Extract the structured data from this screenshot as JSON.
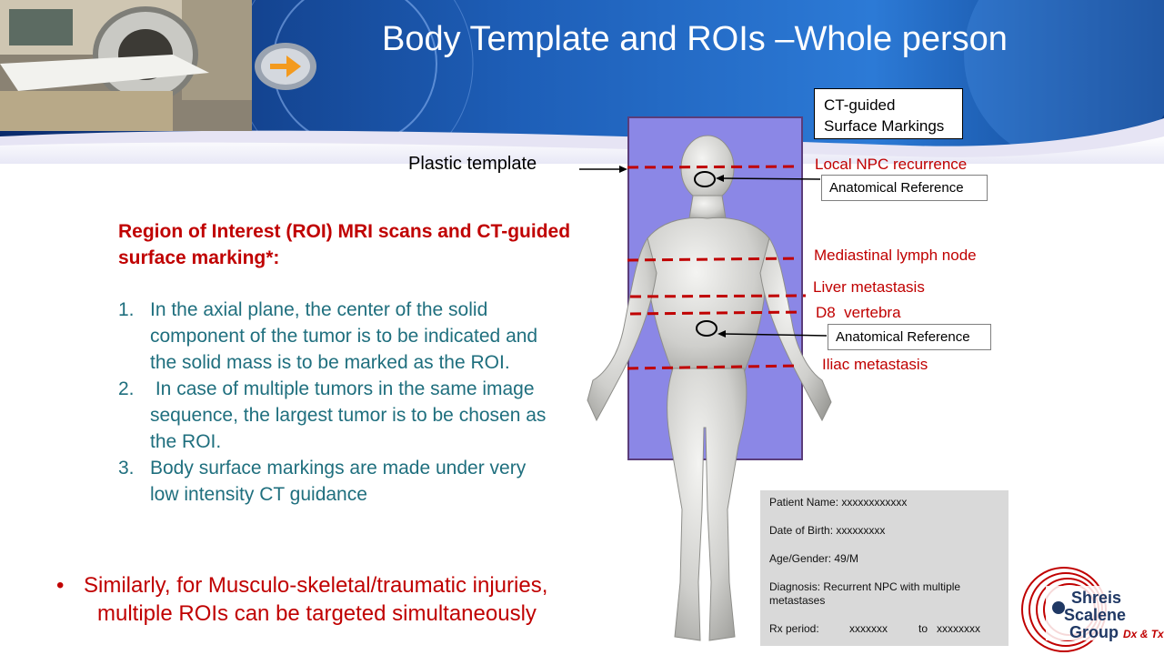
{
  "slide": {
    "title": "Body Template and ROIs –Whole person"
  },
  "roi_heading": "Region of Interest (ROI) MRI scans and CT-guided surface marking*:",
  "steps": [
    {
      "num": "1.",
      "text": "In the axial plane, the center of the solid component of the tumor is to be indicated and the solid mass is to be marked as the ROI."
    },
    {
      "num": "2.",
      "text": " In case of multiple tumors in the same image sequence, the largest tumor is to be chosen as the ROI."
    },
    {
      "num": "3.",
      "text": "Body surface markings are made under very low intensity CT guidance"
    }
  ],
  "bullet": {
    "symbol": "•",
    "line1": "Similarly, for Musculo-skeletal/traumatic injuries,",
    "line2": "multiple ROIs can be targeted simultaneously"
  },
  "figure": {
    "plastic_template": "Plastic template",
    "ct_box": {
      "line1": "CT-guided",
      "line2": "Surface Markings"
    },
    "markers": {
      "local_npc": "Local NPC recurrence",
      "mediastinal": "Mediastinal lymph node",
      "liver": "Liver metastasis",
      "d8": "D8  vertebra",
      "iliac": "Iliac metastasis"
    },
    "anatomical_ref_1": "Anatomical Reference",
    "anatomical_ref_2": "Anatomical Reference"
  },
  "patient": {
    "name": "Patient Name: xxxxxxxxxxxx",
    "dob": "Date of Birth: xxxxxxxxx",
    "age_gender": "Age/Gender: 49/M",
    "diagnosis": "Diagnosis: Recurrent NPC with multiple metastases",
    "rx_label": "Rx period:",
    "rx_from": "xxxxxxx",
    "rx_to_label": "to",
    "rx_to": "xxxxxxxx"
  },
  "logo": {
    "line1": "Shreis",
    "line2": "Scalene",
    "line3": "Group",
    "suffix": "Dx & Tx"
  },
  "colors": {
    "accent_red": "#c00000",
    "teal_text": "#1f6f7e",
    "template_fill": "#8b87e6"
  }
}
